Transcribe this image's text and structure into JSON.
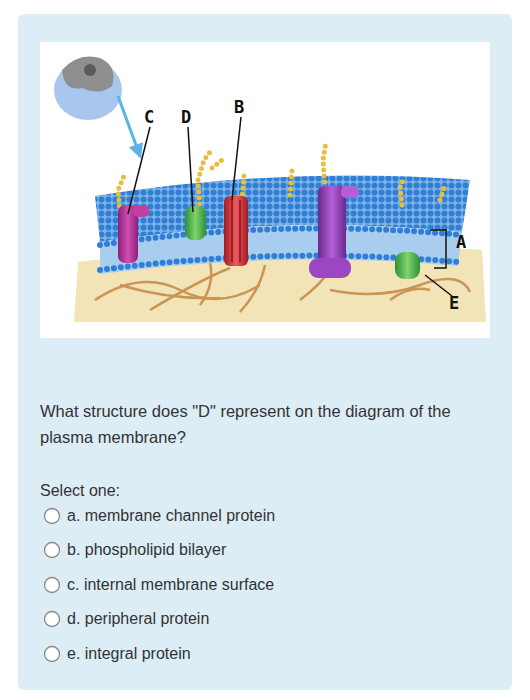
{
  "diagram": {
    "labels": [
      "C",
      "D",
      "B",
      "A",
      "E",
      "What structure does \"D\" represent on the diagram of the plasma membrane?",
      "Select one:",
      "a. membrane channel protein",
      "b. phospholipid bilayer",
      "c. internal membrane surface",
      "d. peripheral protein",
      "e. integral protein"
    ]
  }
}
